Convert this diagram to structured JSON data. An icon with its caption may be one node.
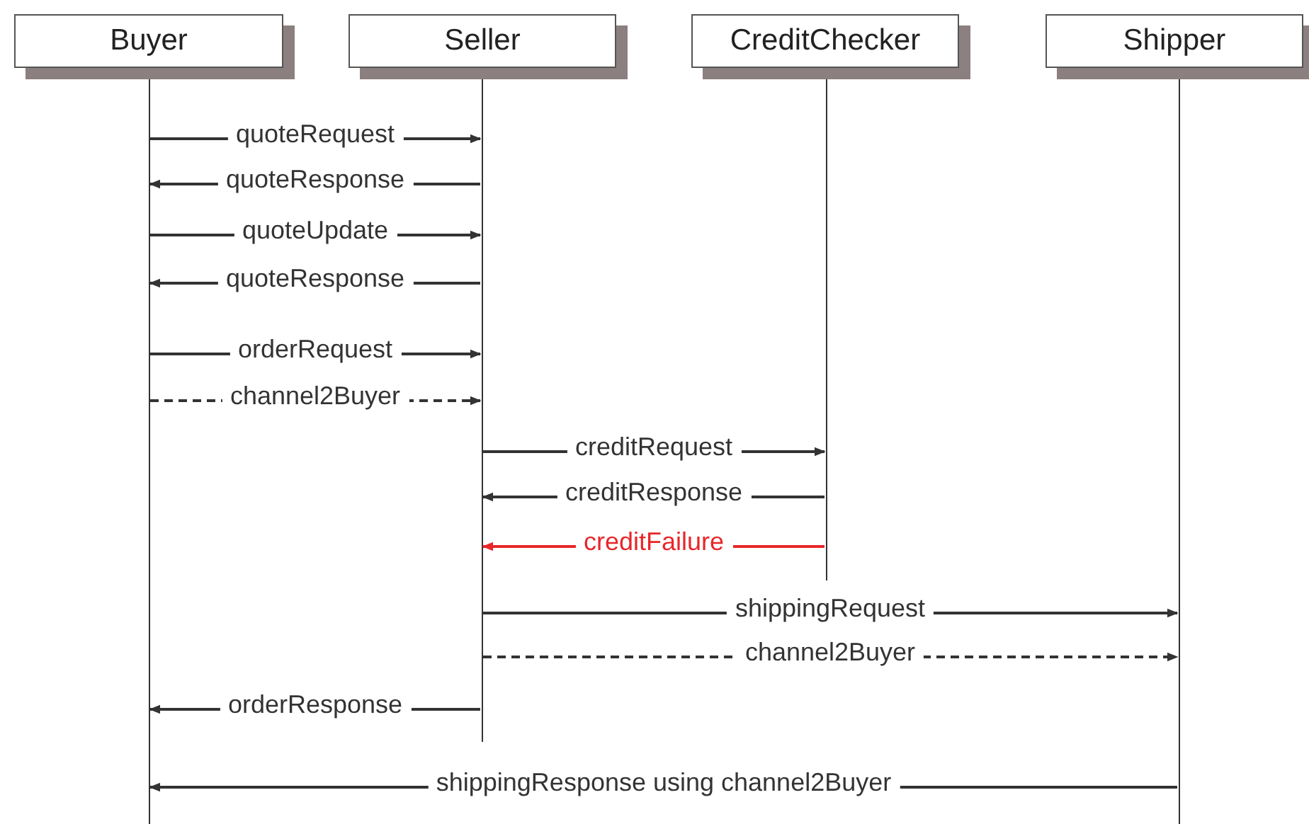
{
  "diagram": {
    "nodes": [
      {
        "text": [
          "Buyer"
        ]
      },
      {
        "text": [
          "Seller"
        ]
      },
      {
        "text": [
          "CreditChecker"
        ]
      },
      {
        "text": [
          "Shipper"
        ]
      },
      {
        "text": [],
        "shape": "line"
      },
      {
        "text": [],
        "shape": "line"
      },
      {
        "text": [],
        "shape": "line"
      },
      {
        "text": [],
        "shape": "line"
      }
    ],
    "edges": [
      {
        "from": 4,
        "to": 5,
        "arrow": "to",
        "label": "quoteRequest"
      },
      {
        "from": 5,
        "to": 4,
        "arrow": "to",
        "label": "quoteResponse"
      },
      {
        "from": 4,
        "to": 5,
        "arrow": "to",
        "label": "quoteUpdate"
      },
      {
        "from": 5,
        "to": 4,
        "arrow": "to",
        "label": "quoteResponse"
      },
      {
        "from": 4,
        "to": 5,
        "arrow": "to",
        "label": "orderRequest"
      },
      {
        "from": 4,
        "to": 5,
        "arrow": "to",
        "label": "channel2Buyer",
        "style": "dashed"
      },
      {
        "from": 5,
        "to": 6,
        "arrow": "to",
        "label": "creditRequest"
      },
      {
        "from": 6,
        "to": 5,
        "arrow": "to",
        "label": "creditResponse"
      },
      {
        "from": 6,
        "to": 5,
        "arrow": "to",
        "label": "creditFailure",
        "color": "#e8262a"
      },
      {
        "from": 5,
        "to": 7,
        "arrow": "to",
        "label": "shippingRequest"
      },
      {
        "from": 5,
        "to": 7,
        "arrow": "to",
        "label": "channel2Buyer",
        "style": "dashed"
      },
      {
        "from": 5,
        "to": 4,
        "arrow": "to",
        "label": "orderResponse"
      },
      {
        "from": 7,
        "to": 4,
        "arrow": "to",
        "label": "shippingResponse using channel2Buyer"
      }
    ]
  }
}
